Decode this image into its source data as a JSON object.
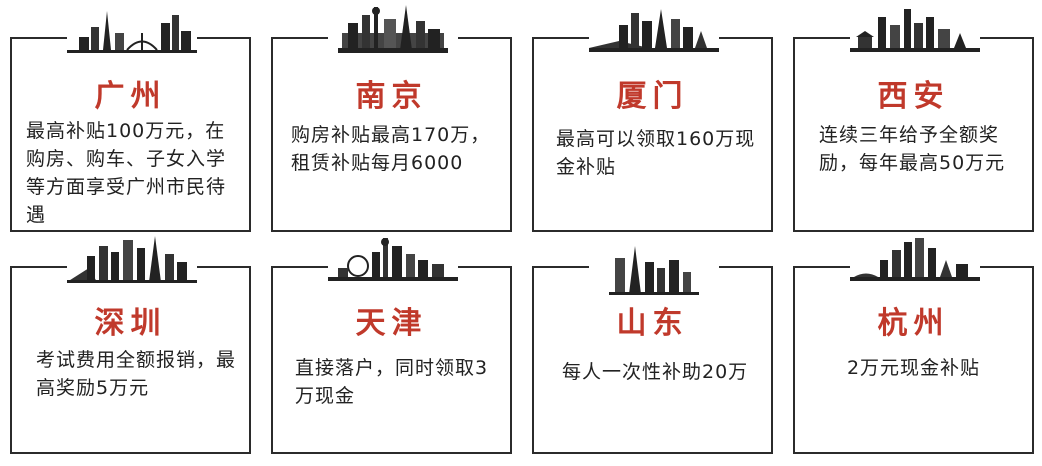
{
  "accent_color": "#c0392b",
  "cards": [
    {
      "city": "广州",
      "text": "最高补贴100万元，在购房、购车、子女入学等方面享受广州市民待遇",
      "icon": "guangzhou-skyline-icon"
    },
    {
      "city": "南京",
      "text": "购房补贴最高170万，租赁补贴每月6000",
      "icon": "nanjing-skyline-icon"
    },
    {
      "city": "厦门",
      "text": "最高可以领取160万现金补贴",
      "icon": "xiamen-skyline-icon"
    },
    {
      "city": "西安",
      "text": "连续三年给予全额奖励，每年最高50万元",
      "icon": "xian-skyline-icon"
    },
    {
      "city": "深圳",
      "text": "考试费用全额报销，最高奖励5万元",
      "icon": "shenzhen-skyline-icon"
    },
    {
      "city": "天津",
      "text": "直接落户，同时领取3万现金",
      "icon": "tianjin-skyline-icon"
    },
    {
      "city": "山东",
      "text": "每人一次性补助20万",
      "icon": "shandong-skyline-icon"
    },
    {
      "city": "杭州",
      "text": "2万元现金补贴",
      "icon": "hangzhou-skyline-icon"
    }
  ]
}
